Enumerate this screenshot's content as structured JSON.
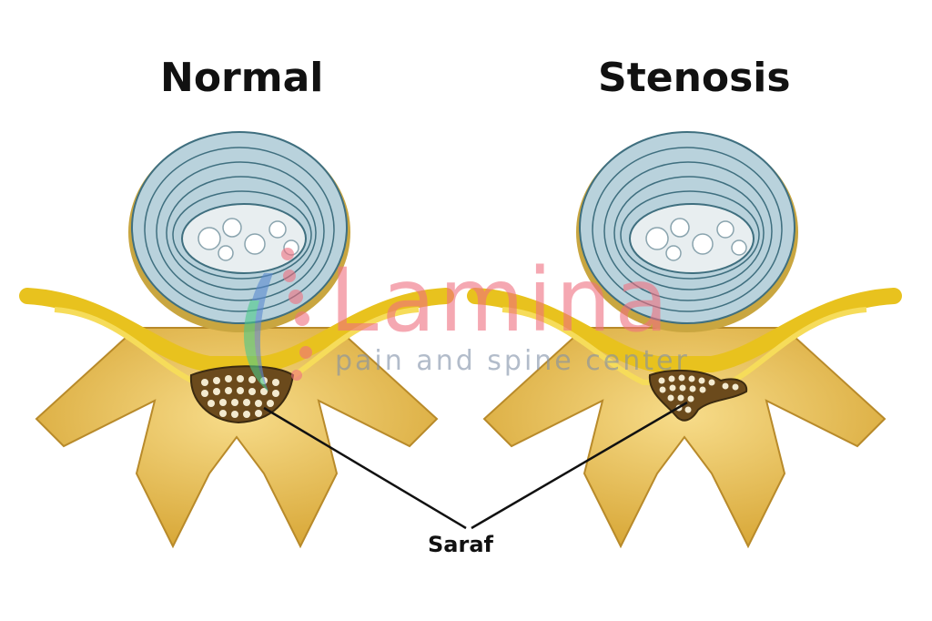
{
  "titles": {
    "normal": "Normal",
    "stenosis": "Stenosis"
  },
  "callout_label": "Saraf",
  "watermark": {
    "brand": "Lamina",
    "tagline": "pain and spine center"
  },
  "colors": {
    "disc": "#b9d2dc",
    "disc_ring": "#3f6f7f",
    "bone": "#f0c85a",
    "nerve": "#f2d23a",
    "canal": "#6b4a1c",
    "watermark": "#f07080"
  }
}
